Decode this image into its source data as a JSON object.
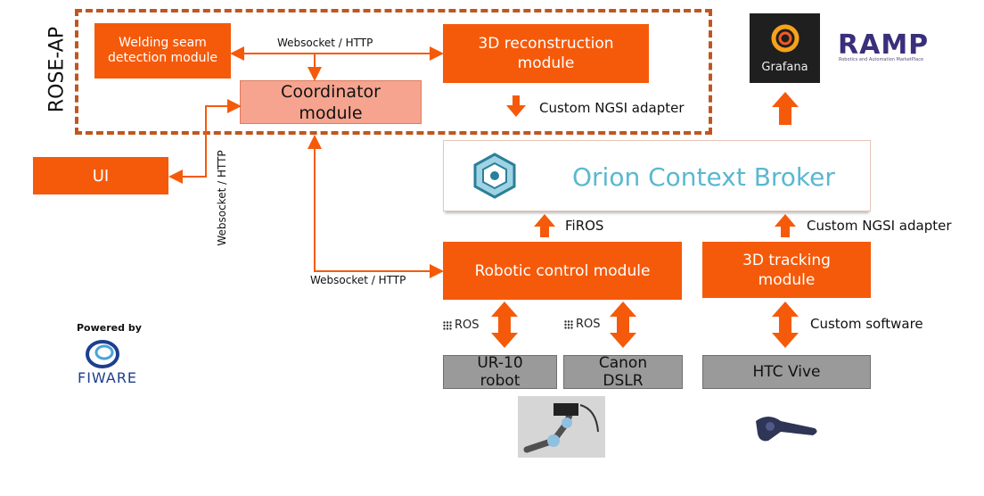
{
  "rose_ap": {
    "title": "ROSE-AP"
  },
  "modules": {
    "welding_line1": "Welding seam",
    "welding_line2": "detection module",
    "reconstruction_line1": "3D reconstruction",
    "reconstruction_line2": "module",
    "coordinator_line1": "Coordinator",
    "coordinator_line2": "module",
    "ui": "UI",
    "robotic_control": "Robotic control module",
    "tracking_line1": "3D tracking",
    "tracking_line2": "module"
  },
  "broker": {
    "title": "Orion Context Broker"
  },
  "devices": {
    "ur10_line1": "UR-10",
    "ur10_line2": "robot",
    "canon_line1": "Canon",
    "canon_line2": "DSLR",
    "htc": "HTC Vive"
  },
  "labels": {
    "ws_top": "Websocket / HTTP",
    "ws_vertical": "Websocket / HTTP",
    "ws_bottom": "Websocket / HTTP",
    "ngsi_top": "Custom NGSI adapter",
    "firos": "FiROS",
    "ngsi_right": "Custom NGSI adapter",
    "ros_1": "ROS",
    "ros_2": "ROS",
    "custom_software": "Custom software"
  },
  "logos": {
    "grafana": "Grafana",
    "ramp": "RAMP",
    "ramp_subtitle": "Robotics and Automation MarketPlace",
    "powered_by": "Powered by",
    "fiware": "FIWARE"
  },
  "colors": {
    "module_orange": "#f55a0a",
    "coordinator_fill": "#f6a48f",
    "boundary_dashed": "#c0561f",
    "arrow_orange": "#f55a0a",
    "device_grey": "#9a9a9a",
    "broker_text": "#5ab8d0",
    "grafana_bg": "#1f1f1f",
    "ramp_text": "#3a2f7a",
    "fiware_blue": "#1c3f8f"
  }
}
